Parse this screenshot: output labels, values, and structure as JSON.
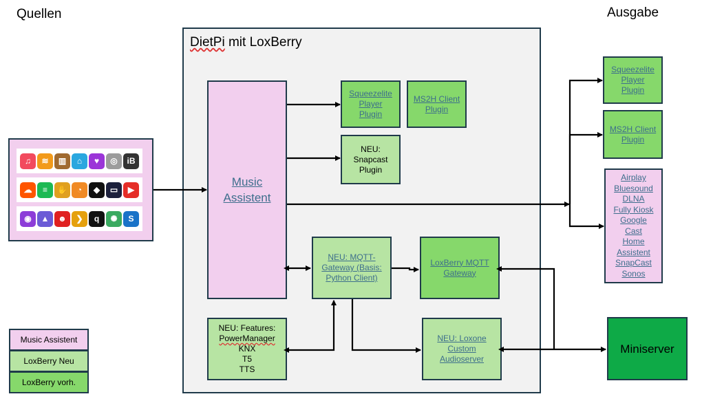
{
  "headers": {
    "quellen": "Quellen",
    "ausgabe": "Ausgabe"
  },
  "container": {
    "title_part1": "DietPi",
    "title_part2": " mit LoxBerry"
  },
  "boxes": {
    "music_assistent": [
      "Music",
      "Assistent"
    ],
    "squeezelite_inner": [
      "Squeezelite",
      "Player",
      "Plugin"
    ],
    "ms2h_inner": [
      "MS2H Client",
      "Plugin"
    ],
    "snapcast": [
      "NEU:",
      "Snapcast",
      "Plugin"
    ],
    "mqtt_gateway": [
      "NEU: MQTT-",
      "Gateway (Basis:",
      "Python Client)"
    ],
    "loxberry_mqtt": [
      "LoxBerry MQTT",
      "Gateway"
    ],
    "features": [
      "NEU: Features:",
      "PowerManager",
      "KNX",
      "T5",
      "TTS"
    ],
    "loxone_audio": [
      "NEU: Loxone",
      "Custom",
      "Audioserver"
    ],
    "squeezelite_out": [
      "Squeezelite",
      "Player",
      "Plugin"
    ],
    "ms2h_out": [
      "MS2H Client",
      "Plugin"
    ],
    "outputs_list": [
      "Airplay",
      "Bluesound",
      "DLNA",
      "Fully Kiosk",
      "Google",
      "Cast",
      "Home",
      "Assistent",
      "SnapCast",
      "Sonos"
    ],
    "miniserver": "Miniserver"
  },
  "legend": {
    "music_assistent": "Music Assistent",
    "loxberry_neu": "LoxBerry Neu",
    "loxberry_vorh": "LoxBerry vorh."
  },
  "source_icons": {
    "row1": [
      {
        "name": "apple-music-icon",
        "glyph": "♫",
        "color": "#f24a5e"
      },
      {
        "name": "audible-icon",
        "glyph": "≋",
        "color": "#f29a1a"
      },
      {
        "name": "audiobookshelf-icon",
        "glyph": "▥",
        "color": "#a06a30"
      },
      {
        "name": "home-icon",
        "glyph": "⌂",
        "color": "#2aa7df"
      },
      {
        "name": "deezer-heart-icon",
        "glyph": "♥",
        "color": "#9b35d8"
      },
      {
        "name": "cd-icon",
        "glyph": "◎",
        "color": "#9c9c9c"
      },
      {
        "name": "ibroadcast-icon",
        "glyph": "iB",
        "color": "#333333"
      }
    ],
    "row2": [
      {
        "name": "soundcloud-icon",
        "glyph": "☁",
        "color": "#ff5500"
      },
      {
        "name": "spotify-icon",
        "glyph": "≡",
        "color": "#1db954"
      },
      {
        "name": "hand-icon",
        "glyph": "✋",
        "color": "#e0a020"
      },
      {
        "name": "rss-icon",
        "glyph": "◔",
        "color": "#f08a24"
      },
      {
        "name": "tidal-icon",
        "glyph": "◆",
        "color": "#111111"
      },
      {
        "name": "tunein-icon",
        "glyph": "▭",
        "color": "#1c203c"
      },
      {
        "name": "youtube-music-icon",
        "glyph": "▶",
        "color": "#e52d27"
      }
    ],
    "row3": [
      {
        "name": "podcast-icon",
        "glyph": "◉",
        "color": "#8c3cd8"
      },
      {
        "name": "jellyfin-icon",
        "glyph": "▲",
        "color": "#6b5bd6"
      },
      {
        "name": "pandora-icon",
        "glyph": "☻",
        "color": "#e02020"
      },
      {
        "name": "plex-icon",
        "glyph": "❯",
        "color": "#e5a00d"
      },
      {
        "name": "qobuz-icon",
        "glyph": "q",
        "color": "#111111"
      },
      {
        "name": "radio-browser-icon",
        "glyph": "✺",
        "color": "#3aaa60"
      },
      {
        "name": "subsonic-icon",
        "glyph": "S",
        "color": "#1a73c8"
      }
    ]
  },
  "colors": {
    "pink": "#f2cfee",
    "light_green": "#b7e4a3",
    "green": "#86d86b",
    "dark_green": "#0eaa47",
    "link": "#3d6e8c"
  }
}
